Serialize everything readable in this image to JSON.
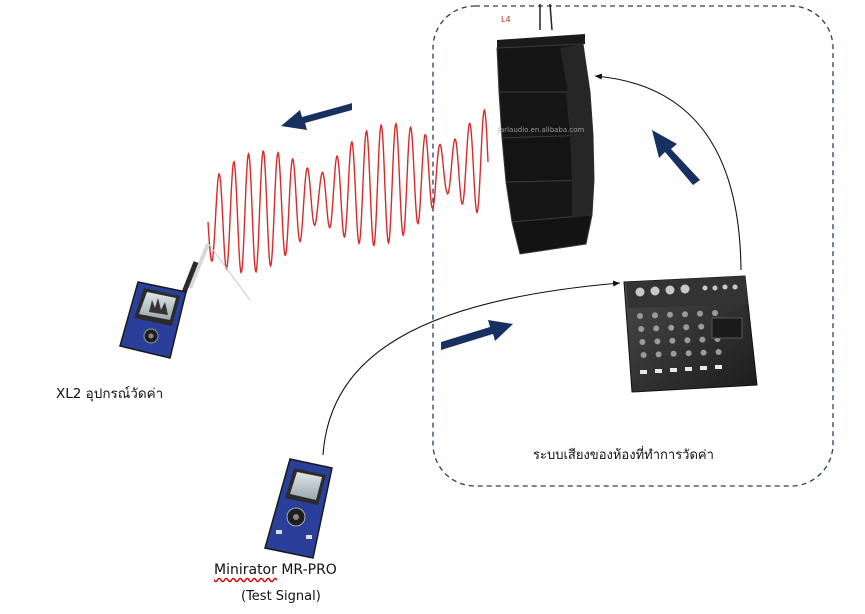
{
  "labels": {
    "xl2": "XL2 อุปกรณ์วัดค่า",
    "room_system": "ระบบเสียงของห้องที่ทำการวัดค่า",
    "minirator_brand": "Minirator",
    "minirator_model": " MR-PRO",
    "test_signal": "(Test Signal)",
    "speaker_tag": "L4",
    "speaker_watermark": "jarlaudio.en.alibaba.com"
  },
  "colors": {
    "arrow_navy": "#16315f",
    "wave_red": "#d92a2a",
    "dashed_border": "#2b3a63",
    "device_blue": "#2a3f9a",
    "device_dark": "#2b2b2b"
  },
  "icons": [
    "xl2-analyzer-icon",
    "minirator-generator-icon",
    "line-array-speaker-icon",
    "audio-mixer-icon"
  ]
}
